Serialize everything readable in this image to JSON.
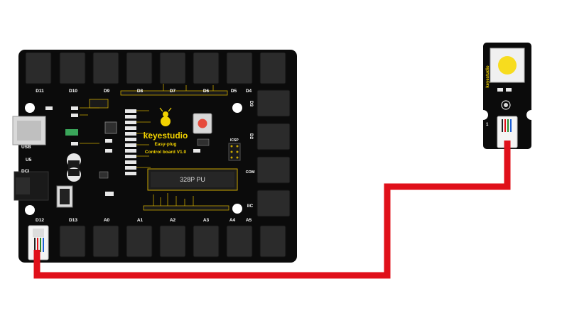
{
  "board": {
    "brand": "keyestudio",
    "subtitle": "Easy-plug",
    "model": "Control board V1.0",
    "chip": "328P PU",
    "top_ports": [
      "D11",
      "D10",
      "D9",
      "D8",
      "D7",
      "D6",
      "D5",
      "D4"
    ],
    "right_ports": [
      "D3",
      "D2",
      "COM",
      "IIC"
    ],
    "bottom_ports": [
      "D12",
      "D13",
      "A0",
      "A1",
      "A2",
      "A3",
      "A4",
      "A5"
    ],
    "left_labels": [
      "USB",
      "U5",
      "DCI"
    ],
    "icsp_label": "ICSP"
  },
  "module": {
    "label": "keyestudio",
    "pin_label": "1",
    "button_color": "#f7dc1e"
  },
  "cable": {
    "color": "#e0101a"
  }
}
